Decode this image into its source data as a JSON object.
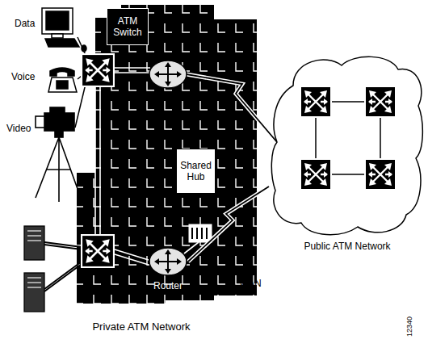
{
  "diagram": {
    "caption": "Private ATM Network",
    "nodes": [
      {
        "text": [
          "ATM Switch"
        ]
      },
      {
        "text": [
          "Shared Hub"
        ]
      },
      {
        "text": [
          "Router"
        ]
      },
      {
        "text": [
          "Public ATM Network"
        ]
      }
    ],
    "edges": [
      {
        "from": 2,
        "to": 3,
        "arrow": "none"
      }
    ],
    "labels": [
      "Data",
      "Voice",
      "Video",
      "To WAN",
      "12340"
    ]
  }
}
